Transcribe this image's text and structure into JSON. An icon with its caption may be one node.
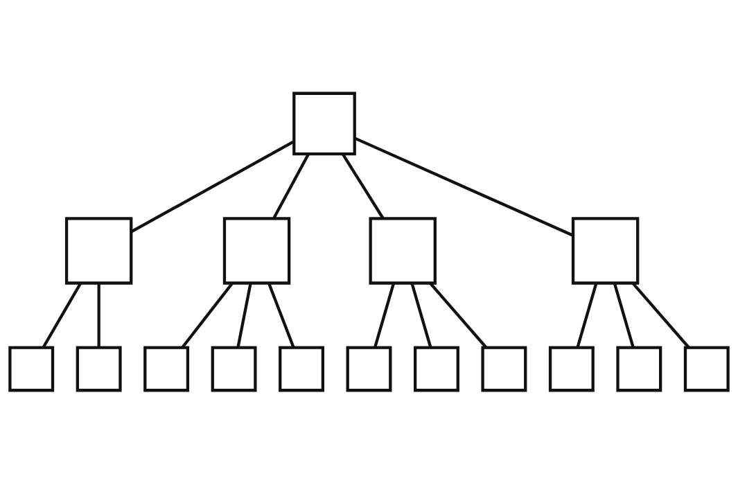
{
  "diagram": {
    "nodes": [
      {
        "text": [],
        "shape": "box"
      },
      {
        "text": [],
        "shape": "box"
      },
      {
        "text": [],
        "shape": "box"
      },
      {
        "text": [],
        "shape": "box"
      },
      {
        "text": [],
        "shape": "box"
      },
      {
        "text": [],
        "shape": "box"
      },
      {
        "text": [],
        "shape": "box"
      },
      {
        "text": [],
        "shape": "box"
      },
      {
        "text": [],
        "shape": "box"
      },
      {
        "text": [],
        "shape": "box"
      },
      {
        "text": [],
        "shape": "box"
      },
      {
        "text": [],
        "shape": "box"
      },
      {
        "text": [],
        "shape": "box"
      },
      {
        "text": [],
        "shape": "box"
      },
      {
        "text": [],
        "shape": "box"
      },
      {
        "text": [],
        "shape": "box"
      }
    ],
    "edges": [
      {
        "from": 0,
        "to": 1,
        "arrow": "none"
      },
      {
        "from": 0,
        "to": 2,
        "arrow": "none"
      },
      {
        "from": 0,
        "to": 3,
        "arrow": "none"
      },
      {
        "from": 0,
        "to": 4,
        "arrow": "none"
      },
      {
        "from": 1,
        "to": 5,
        "arrow": "none"
      },
      {
        "from": 1,
        "to": 6,
        "arrow": "none"
      },
      {
        "from": 2,
        "to": 7,
        "arrow": "none"
      },
      {
        "from": 2,
        "to": 8,
        "arrow": "none"
      },
      {
        "from": 2,
        "to": 9,
        "arrow": "none"
      },
      {
        "from": 3,
        "to": 10,
        "arrow": "none"
      },
      {
        "from": 3,
        "to": 11,
        "arrow": "none"
      },
      {
        "from": 3,
        "to": 12,
        "arrow": "none"
      },
      {
        "from": 4,
        "to": 13,
        "arrow": "none"
      },
      {
        "from": 4,
        "to": 14,
        "arrow": "none"
      },
      {
        "from": 4,
        "to": 15,
        "arrow": "none"
      }
    ]
  }
}
